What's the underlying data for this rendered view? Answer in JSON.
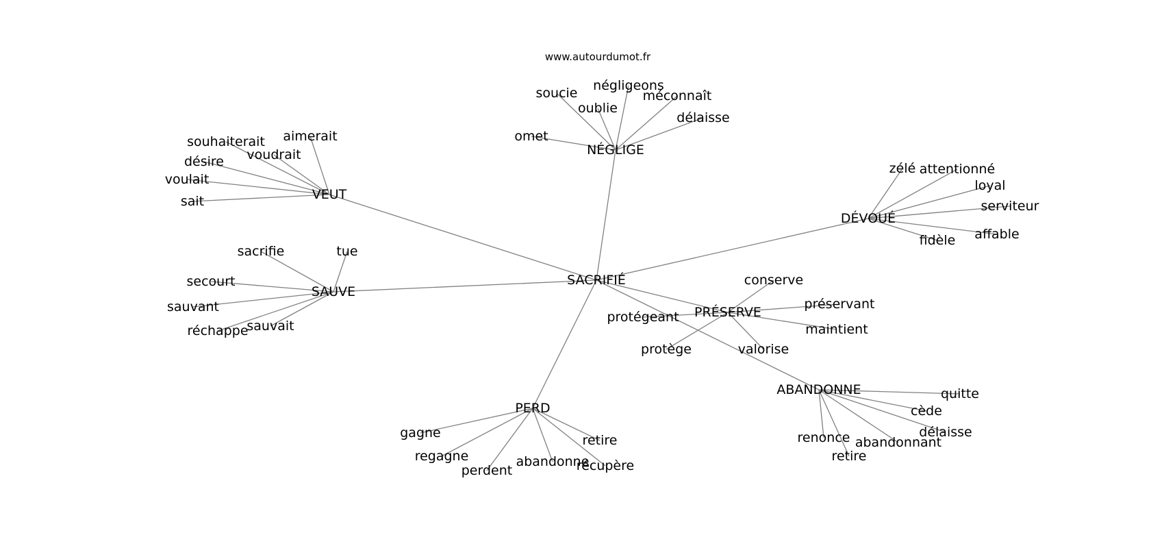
{
  "source_text": "www.autourdumot.fr",
  "center": {
    "id": "sacrifie",
    "label": "SACRIFIÉ"
  },
  "hubs": [
    {
      "id": "neglige",
      "label": "NÉGLIGE",
      "leaves": [
        "omet",
        "soucie",
        "oublie",
        "négligeons",
        "méconnaît",
        "délaisse"
      ]
    },
    {
      "id": "veut",
      "label": "VEUT",
      "leaves": [
        "souhaiterait",
        "aimerait",
        "voudrait",
        "désire",
        "voulait",
        "sait"
      ]
    },
    {
      "id": "devoue",
      "label": "DÉVOUÉ",
      "leaves": [
        "zélé",
        "attentionné",
        "loyal",
        "serviteur",
        "affable",
        "fidèle"
      ]
    },
    {
      "id": "sauve",
      "label": "SAUVE",
      "leaves": [
        "sacrifie",
        "tue",
        "secourt",
        "sauvant",
        "réchappe",
        "sauvait"
      ]
    },
    {
      "id": "preserve",
      "label": "PRÉSERVE",
      "leaves": [
        "conserve",
        "préservant",
        "protégeant",
        "maintient",
        "protège",
        "valorise"
      ]
    },
    {
      "id": "abandonne",
      "label": "ABANDONNE",
      "leaves": [
        "quitte",
        "cède",
        "délaisse",
        "renonce",
        "abandonnant",
        "retire"
      ]
    },
    {
      "id": "perd",
      "label": "PERD",
      "leaves": [
        "gagne",
        "regagne",
        "perdent",
        "abandonne",
        "retire",
        "récupère"
      ]
    }
  ]
}
